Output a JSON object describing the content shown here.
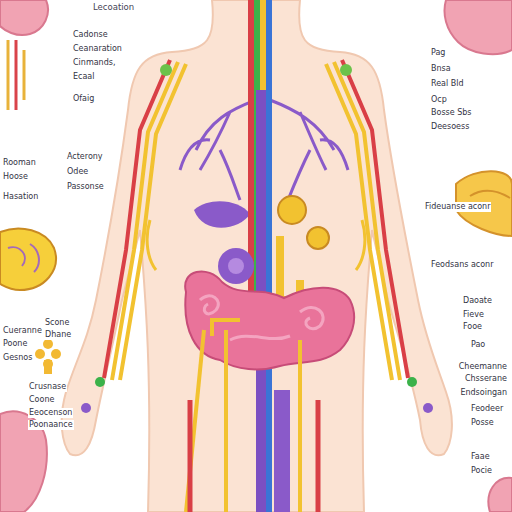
{
  "diagram": {
    "labels": [
      "Lecoation",
      "Cadonse",
      "Ceanaration",
      "Cinmands,",
      "Ecaal",
      "Ofaig",
      "Pag",
      "Bnsa",
      "Real Bld",
      "Ocp",
      "Bosse Sbs",
      "Deesoess",
      "Rooman",
      "Hoose",
      "Hasation",
      "Acterony",
      "Odee",
      "Passonse",
      "Fideuanse aconr",
      "Feodsans aconr",
      "Cueranne",
      "Poone",
      "Gesnos",
      "Scone",
      "Dhane",
      "Crusnase",
      "Coone",
      "Eeocenson",
      "Poonaance",
      "Daoate",
      "Fieve",
      "Fooe",
      "Pao",
      "Cheemanne",
      "Chsserane",
      "Endsoingan",
      "Feodeer",
      "Posse",
      "Faae",
      "Pocie"
    ]
  }
}
